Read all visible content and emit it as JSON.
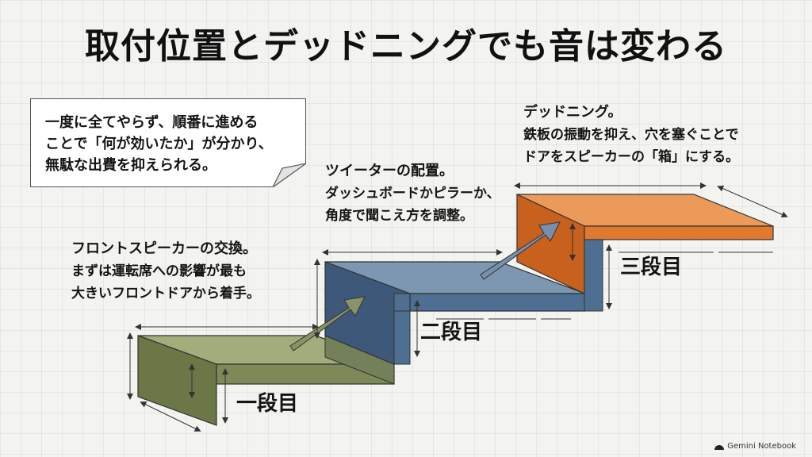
{
  "title": "取付位置とデッドニングでも音は変わる",
  "note": {
    "lines": [
      "一度に全てやらず、順番に進める",
      "ことで「何が効いたか」が分かり、",
      "無駄な出費を抑えられる。"
    ]
  },
  "steps": [
    {
      "label": "一段目",
      "heading": "フロントスピーカーの交換。",
      "lines": [
        "まずは運転席への影響が最も",
        "大きいフロントドアから着手。"
      ],
      "color": "#7d8a58"
    },
    {
      "label": "二段目",
      "heading": "ツイーターの配置。",
      "lines": [
        "ダッシュボードかピラーか、",
        "角度で聞こえ方を調整。"
      ],
      "color": "#4e6f92"
    },
    {
      "label": "三段目",
      "heading": "デッドニング。",
      "lines": [
        "鉄板の振動を抑え、穴を塞ぐことで",
        "ドアをスピーカーの「箱」にする。"
      ],
      "color": "#e07a2e"
    }
  ],
  "brand": "Gemini Notebook"
}
